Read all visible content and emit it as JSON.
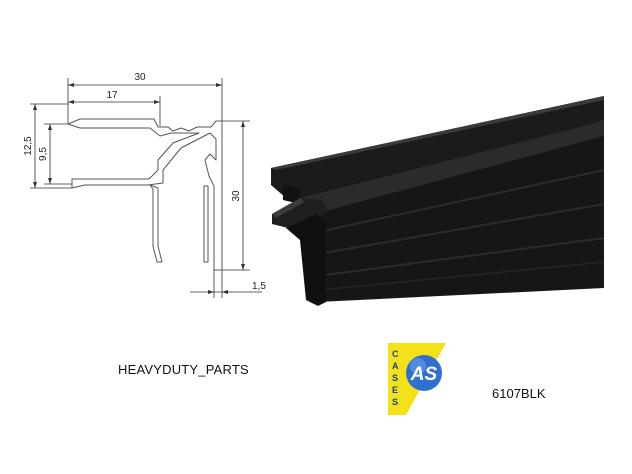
{
  "drawing": {
    "dimensions": {
      "width_total": "30",
      "width_inner": "17",
      "height_outer": "12,5",
      "height_inner": "9,5",
      "height_total": "30",
      "thickness": "1,5"
    }
  },
  "product": {
    "category_label": "HEAVYDUTY_PARTS",
    "code": "6107BLK"
  },
  "logo": {
    "vertical_text": [
      "C",
      "A",
      "S",
      "E",
      "S"
    ],
    "badge_text": "AS",
    "colors": {
      "yellow": "#f3e21a",
      "blue": "#2f6fd0",
      "text": "#1c3f99"
    }
  }
}
